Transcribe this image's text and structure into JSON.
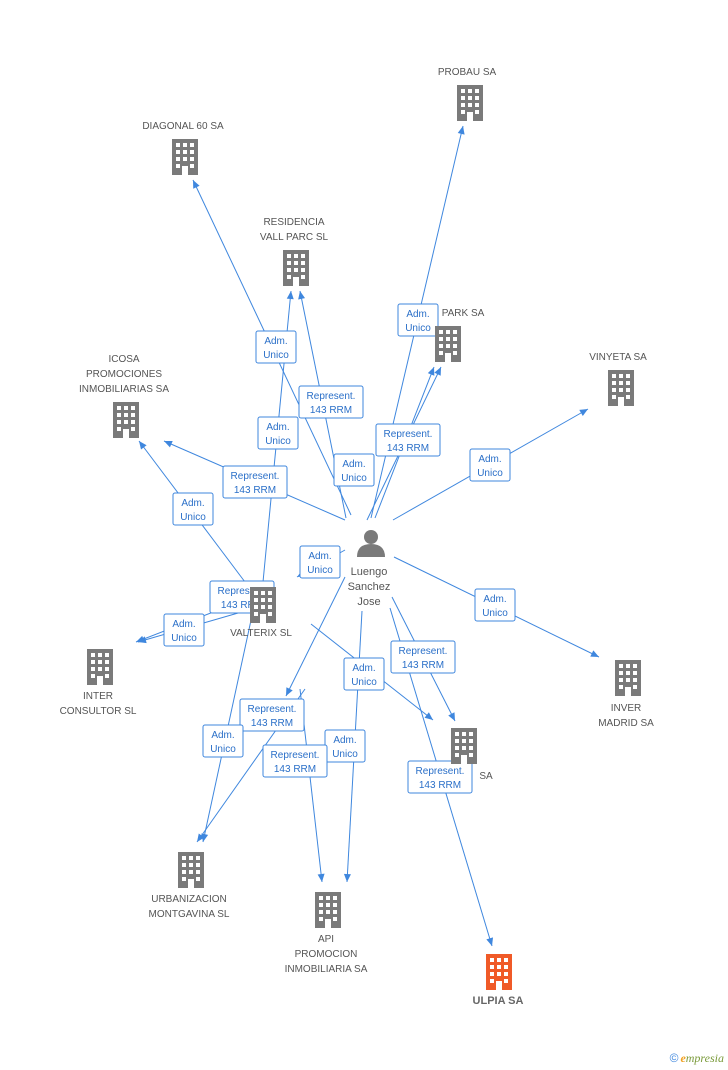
{
  "diagram": {
    "person": {
      "name_lines": [
        "Luengo",
        "Sanchez",
        "Jose"
      ]
    },
    "companies": [
      {
        "id": "probau",
        "lines": [
          "PROBAU SA"
        ]
      },
      {
        "id": "diagonal60",
        "lines": [
          "DIAGONAL 60 SA"
        ]
      },
      {
        "id": "residencia",
        "lines": [
          "RESIDENCIA",
          "VALL PARC SL"
        ]
      },
      {
        "id": "park",
        "lines": [
          "PARK SA"
        ]
      },
      {
        "id": "vinyeta",
        "lines": [
          "VINYETA SA"
        ]
      },
      {
        "id": "icosa",
        "lines": [
          "ICOSA",
          "PROMOCIONES",
          "INMOBILIARIAS SA"
        ]
      },
      {
        "id": "valterix",
        "lines": [
          "VALTERIX SL"
        ]
      },
      {
        "id": "inter",
        "lines": [
          "INTER",
          "CONSULTOR SL"
        ]
      },
      {
        "id": "inver",
        "lines": [
          "INVER",
          "MADRID SA"
        ]
      },
      {
        "id": "sa",
        "lines": [
          "SA"
        ]
      },
      {
        "id": "urbanizacion",
        "lines": [
          "URBANIZACION",
          "MONTGAVINA SL"
        ]
      },
      {
        "id": "api",
        "lines": [
          "API",
          "PROMOCION",
          "INMOBILIARIA SA"
        ]
      },
      {
        "id": "ulpia",
        "lines": [
          "ULPIA SA"
        ],
        "highlight": true
      }
    ],
    "relations": [
      {
        "lines": [
          "Adm.",
          "Unico"
        ]
      },
      {
        "lines": [
          "Adm.",
          "Unico"
        ]
      },
      {
        "lines": [
          "Represent.",
          "143 RRM"
        ]
      },
      {
        "lines": [
          "Adm.",
          "Unico"
        ]
      },
      {
        "lines": [
          "Represent.",
          "143 RRM"
        ]
      },
      {
        "lines": [
          "Adm.",
          "Unico"
        ]
      },
      {
        "lines": [
          "Adm.",
          "Unico"
        ]
      },
      {
        "lines": [
          "Represent.",
          "143 RRM"
        ]
      },
      {
        "lines": [
          "Adm.",
          "Unico"
        ]
      },
      {
        "lines": [
          "Adm.",
          "Unico"
        ]
      },
      {
        "lines": [
          "Represent.",
          "143 RRM"
        ]
      },
      {
        "lines": [
          "Adm.",
          "Unico"
        ]
      },
      {
        "lines": [
          "Adm.",
          "Unico"
        ]
      },
      {
        "lines": [
          "Represent.",
          "143 RRM"
        ]
      },
      {
        "lines": [
          "Adm.",
          "Unico"
        ]
      },
      {
        "lines": [
          "Represent.",
          "143 RRM"
        ]
      },
      {
        "lines": [
          "Adm.",
          "Unico"
        ]
      },
      {
        "lines": [
          "Adm.",
          "Unico"
        ]
      },
      {
        "lines": [
          "Represent.",
          "143 RRM"
        ]
      },
      {
        "lines": [
          "Represent.",
          "143 RRM"
        ]
      }
    ],
    "colors": {
      "edge": "#3f87de",
      "building": "#7a7a7a",
      "highlight": "#f05a28"
    }
  },
  "footer": {
    "copyright_symbol": "©",
    "brand_initial": "e",
    "brand_rest": "mpresia"
  }
}
